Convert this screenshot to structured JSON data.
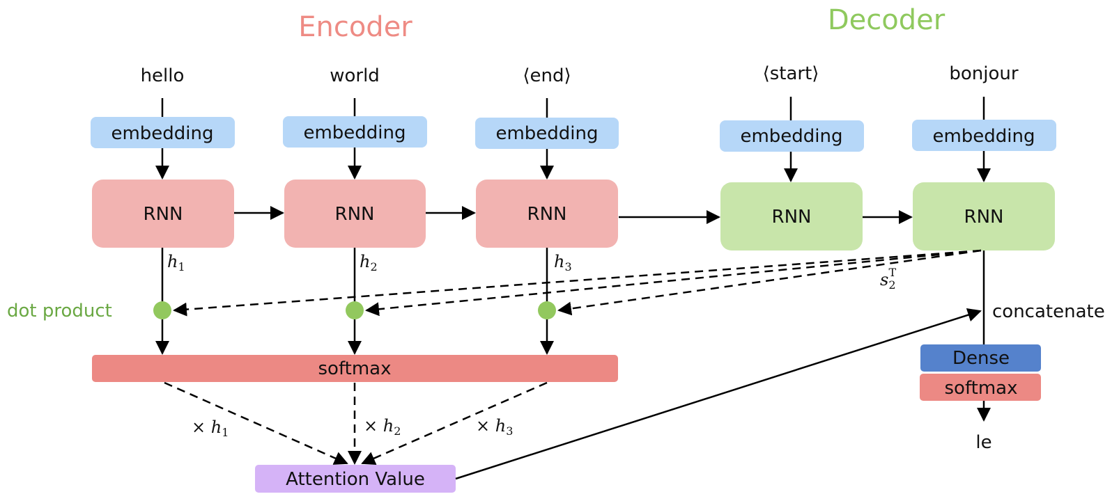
{
  "colors": {
    "encoder_title": "#ee8b84",
    "decoder_title": "#8fc95e",
    "embedding": "#b6d7f8",
    "encoder_rnn": "#f2b3b1",
    "decoder_rnn": "#c8e5aa",
    "softmax": "#ec8984",
    "dense": "#5582cc",
    "attention_value": "#d5b3f7",
    "dot": "#92c85e",
    "dot_label": "#6aa843",
    "line": "#000000"
  },
  "titles": {
    "encoder": "Encoder",
    "decoder": "Decoder"
  },
  "encoder": {
    "steps": [
      {
        "word": "hello",
        "embedding": "embedding",
        "rnn": "RNN",
        "hidden": "h",
        "hidden_sub": "1"
      },
      {
        "word": "world",
        "embedding": "embedding",
        "rnn": "RNN",
        "hidden": "h",
        "hidden_sub": "2"
      },
      {
        "word": "⟨end⟩",
        "embedding": "embedding",
        "rnn": "RNN",
        "hidden": "h",
        "hidden_sub": "3"
      }
    ],
    "softmax": "softmax",
    "dot_product_label": "dot product",
    "weights": [
      {
        "op": "× ",
        "sym": "h",
        "sub": "1"
      },
      {
        "op": "× ",
        "sym": "h",
        "sub": "2"
      },
      {
        "op": "× ",
        "sym": "h",
        "sub": "3"
      }
    ],
    "attention_value": "Attention Value"
  },
  "decoder": {
    "steps": [
      {
        "word": "⟨start⟩",
        "embedding": "embedding",
        "rnn": "RNN"
      },
      {
        "word": "bonjour",
        "embedding": "embedding",
        "rnn": "RNN"
      }
    ],
    "state_label": {
      "sym": "s",
      "sub": "2",
      "sup": "T"
    },
    "concatenate": "concatenate",
    "dense": "Dense",
    "softmax": "softmax",
    "output_word": "le"
  }
}
